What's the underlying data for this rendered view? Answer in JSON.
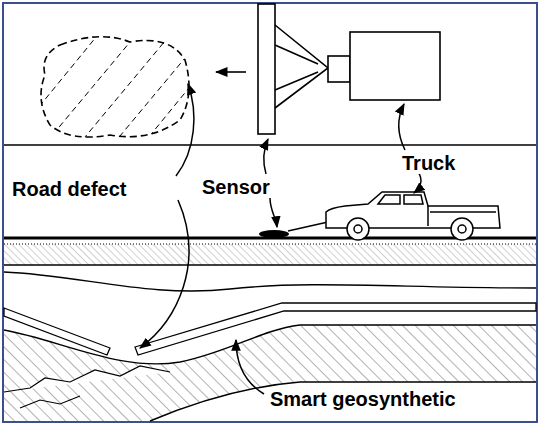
{
  "diagram": {
    "labels": [
      "Road defect",
      "Sensor",
      "Truck",
      "Smart geosynthetic"
    ]
  }
}
